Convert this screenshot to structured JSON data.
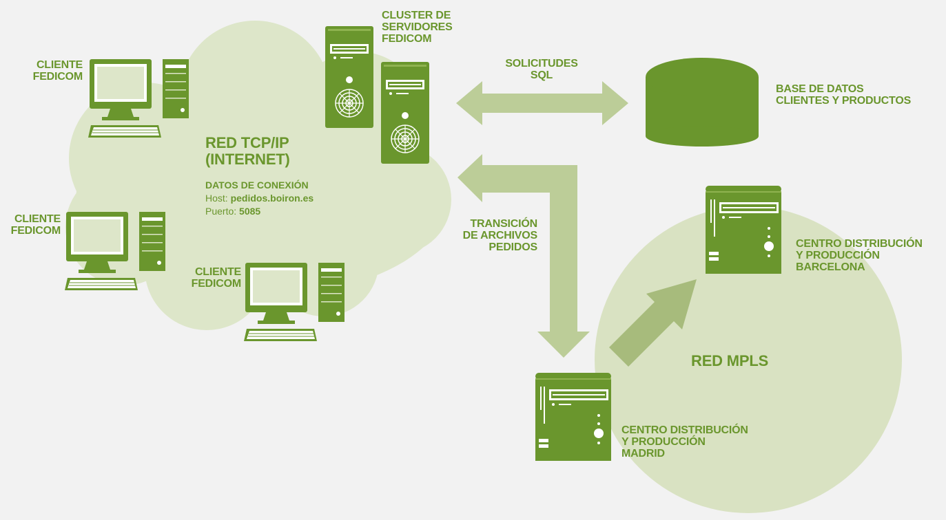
{
  "colors": {
    "background": "#f2f2f2",
    "cloud": "#dde6c9",
    "mpls_circle": "#d9e2c2",
    "arrow": "#bccd98",
    "arrow_dark": "#a7bb7c",
    "device": "#6a962d",
    "device_light": "#ffffff",
    "text": "#6a962d"
  },
  "icons": [
    "desktop-computer-icon",
    "server-tower-icon",
    "database-cylinder-icon",
    "double-arrow-icon"
  ],
  "clients": [
    {
      "label": "CLIENTE\nFEDICOM"
    },
    {
      "label": "CLIENTE\nFEDICOM"
    },
    {
      "label": "CLIENTE\nFEDICOM"
    }
  ],
  "cluster": {
    "label": "CLUSTER DE\nSERVIDORES\nFEDICOM"
  },
  "internet": {
    "title": "RED TCP/IP\n(INTERNET)",
    "connection_title": "DATOS DE CONEXIÓN",
    "host_label": "Host: ",
    "host_value": "pedidos.boiron.es",
    "port_label": "Puerto: ",
    "port_value": "5085"
  },
  "sql_arrow": {
    "label": "SOLICITUDES\nSQL"
  },
  "database": {
    "label": "BASE DE DATOS\nCLIENTES Y PRODUCTOS"
  },
  "orders_arrow": {
    "label": "TRANSICIÓN\nDE ARCHIVOS\nPEDIDOS"
  },
  "mpls": {
    "label": "RED MPLS"
  },
  "madrid": {
    "label": "CENTRO DISTRIBUCIÓN\nY PRODUCCIÓN\nMADRID"
  },
  "barcelona": {
    "label": "CENTRO DISTRIBUCIÓN\nY PRODUCCIÓN\nBARCELONA"
  }
}
